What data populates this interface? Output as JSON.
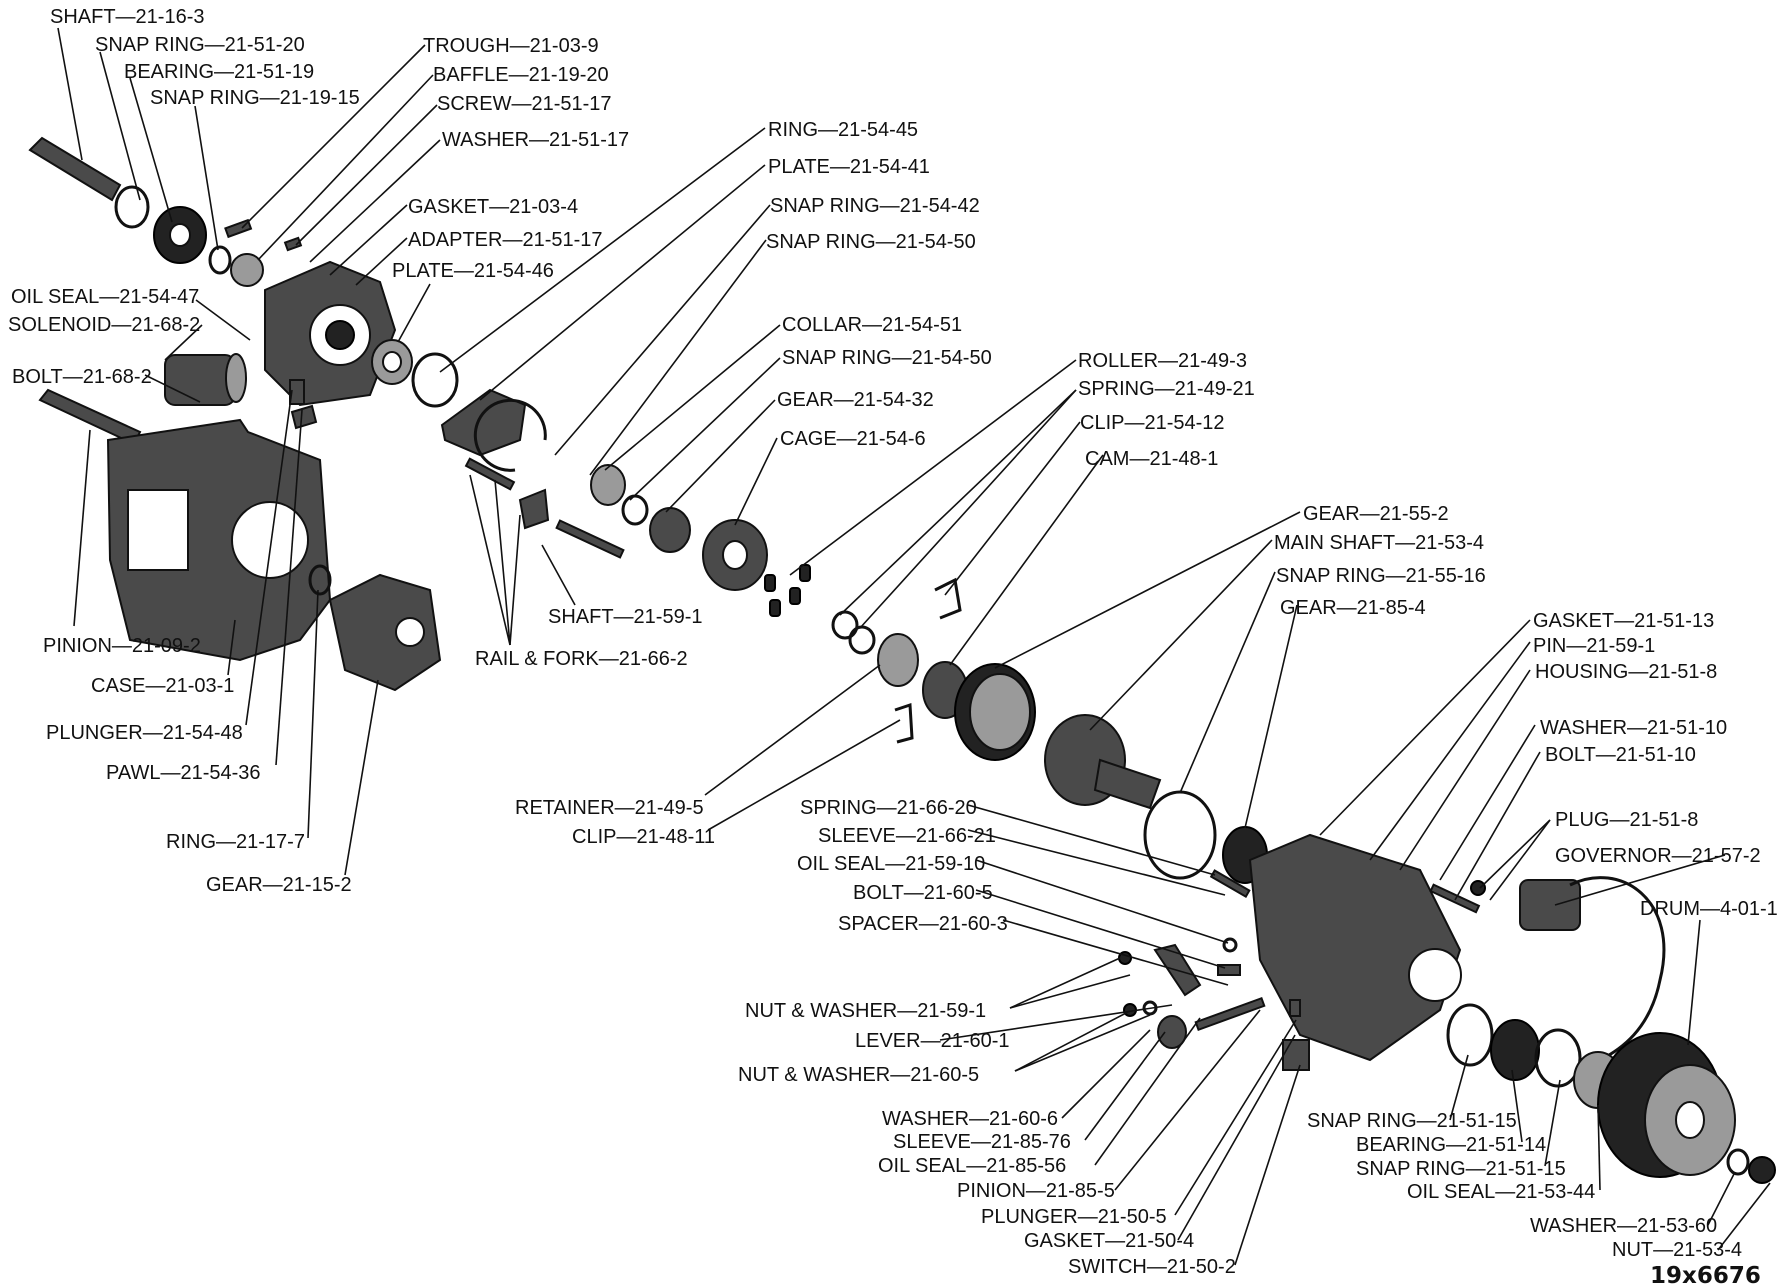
{
  "figure_number": "19x6676",
  "labels": [
    "SHAFT—21-16-3",
    "SNAP RING—21-51-20",
    "BEARING—21-51-19",
    "SNAP RING—21-19-15",
    "TROUGH—21-03-9",
    "BAFFLE—21-19-20",
    "SCREW—21-51-17",
    "WASHER—21-51-17",
    "GASKET—21-03-4",
    "ADAPTER—21-51-17",
    "PLATE—21-54-46",
    "OIL SEAL—21-54-47",
    "SOLENOID—21-68-2",
    "BOLT—21-68-2",
    "RING—21-54-45",
    "PLATE—21-54-41",
    "SNAP RING—21-54-42",
    "SNAP RING—21-54-50",
    "COLLAR—21-54-51",
    "SNAP RING—21-54-50",
    "GEAR—21-54-32",
    "CAGE—21-54-6",
    "ROLLER—21-49-3",
    "SPRING—21-49-21",
    "CLIP—21-54-12",
    "CAM—21-48-1",
    "GEAR—21-55-2",
    "MAIN SHAFT—21-53-4",
    "SNAP RING—21-55-16",
    "GEAR—21-85-4",
    "GASKET—21-51-13",
    "PIN—21-59-1",
    "HOUSING—21-51-8",
    "WASHER—21-51-10",
    "BOLT—21-51-10",
    "PLUG—21-51-8",
    "GOVERNOR—21-57-2",
    "DRUM—4-01-1",
    "PINION—21-09-2",
    "CASE—21-03-1",
    "PLUNGER—21-54-48",
    "PAWL—21-54-36",
    "RING—21-17-7",
    "GEAR—21-15-2",
    "SHAFT—21-59-1",
    "RAIL & FORK—21-66-2",
    "RETAINER—21-49-5",
    "CLIP—21-48-11",
    "SPRING—21-66-20",
    "SLEEVE—21-66-21",
    "OIL SEAL—21-59-10",
    "BOLT—21-60-5",
    "SPACER—21-60-3",
    "NUT & WASHER—21-59-1",
    "LEVER—21-60-1",
    "NUT & WASHER—21-60-5",
    "WASHER—21-60-6",
    "SLEEVE—21-85-76",
    "OIL SEAL—21-85-56",
    "PINION—21-85-5",
    "PLUNGER—21-50-5",
    "GASKET—21-50-4",
    "SWITCH—21-50-2",
    "SNAP RING—21-51-15",
    "BEARING—21-51-14",
    "SNAP RING—21-51-15",
    "OIL SEAL—21-53-44",
    "WASHER—21-53-60",
    "NUT—21-53-4"
  ]
}
